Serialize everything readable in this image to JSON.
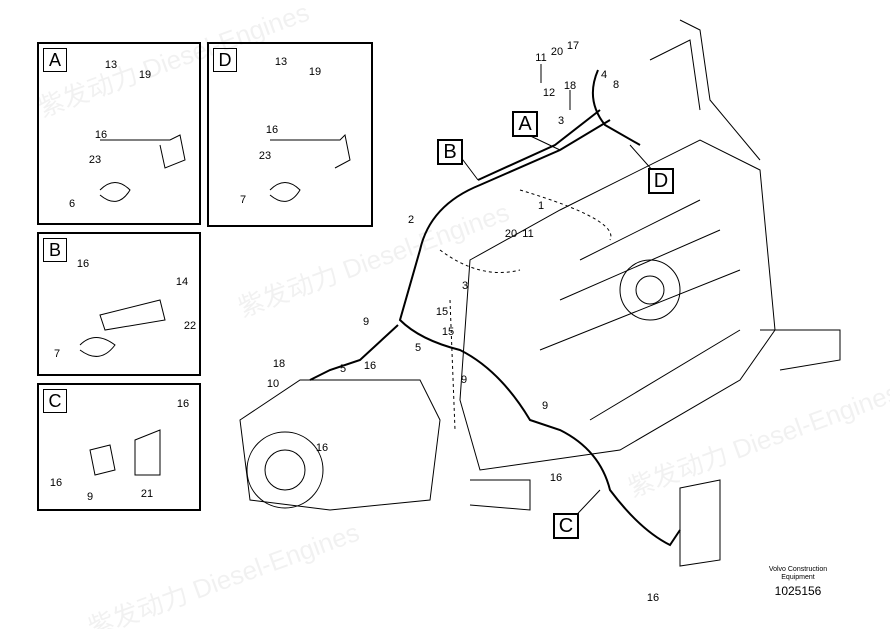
{
  "watermark": "紫发动力 Diesel-Engines",
  "caption": {
    "line1": "Volvo Construction",
    "line2": "Equipment",
    "number": "1025156"
  },
  "detail_panels": [
    {
      "tag": "A",
      "labels": [
        "13",
        "19",
        "16",
        "23",
        "6"
      ]
    },
    {
      "tag": "D",
      "labels": [
        "13",
        "19",
        "16",
        "23",
        "7"
      ]
    },
    {
      "tag": "B",
      "labels": [
        "16",
        "14",
        "22",
        "7"
      ]
    },
    {
      "tag": "C",
      "labels": [
        "16",
        "16",
        "9",
        "21"
      ]
    }
  ],
  "callouts": [
    "A",
    "B",
    "C",
    "D"
  ],
  "main_labels": [
    "11",
    "20",
    "17",
    "4",
    "8",
    "18",
    "12",
    "3",
    "1",
    "2",
    "20",
    "11",
    "3",
    "15",
    "9",
    "15",
    "5",
    "5",
    "16",
    "9",
    "18",
    "10",
    "16",
    "9",
    "16",
    "16"
  ]
}
